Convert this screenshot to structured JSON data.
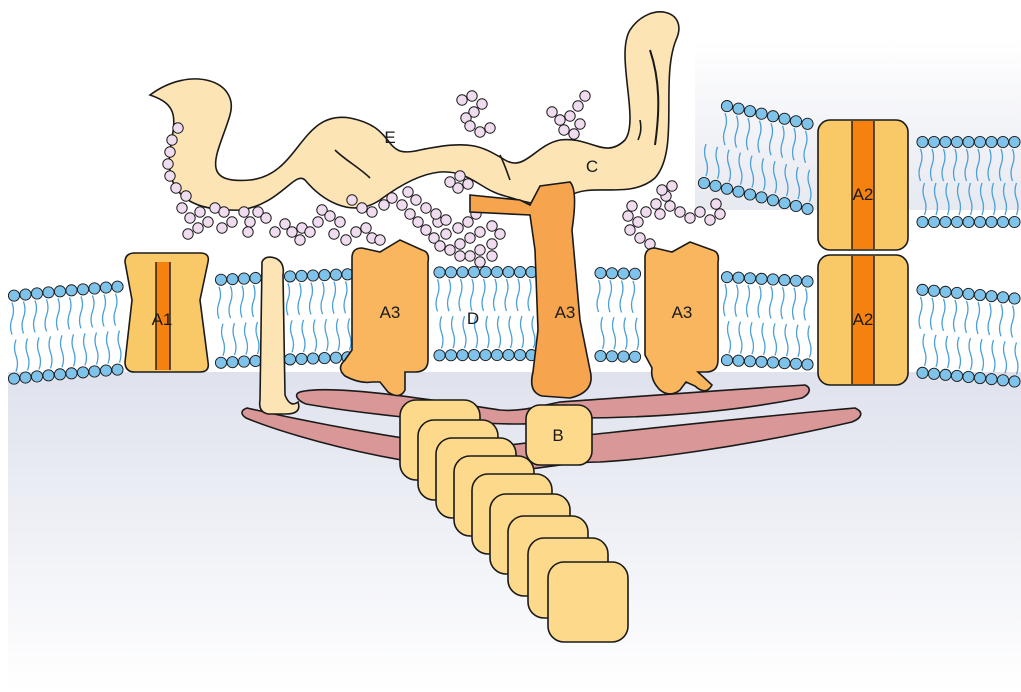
{
  "labels": {
    "A1": "A1",
    "A2_top": "A2",
    "A2_bottom": "A2",
    "A3_left": "A3",
    "A3_center": "A3",
    "A3_right": "A3",
    "B": "B",
    "C": "C",
    "D": "D",
    "E": "E"
  },
  "colors": {
    "background": "#ffffff",
    "cytoplasm": "#e4e7f0",
    "lipid_head": "#7fc3ea",
    "lipid_tail": "#4aa0d8",
    "channel_body": "#f9c867",
    "channel_core": "#f5820f",
    "receptor": "#f9b65e",
    "receptor_center": "#f6a44e",
    "fiber": "#fde4b4",
    "actin": "#d99797",
    "sugar": "#f0dcef",
    "chain": "#fdd98c"
  }
}
